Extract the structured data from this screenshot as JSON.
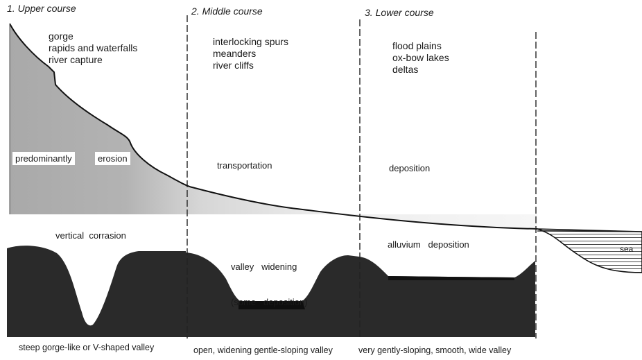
{
  "sections": [
    {
      "heading": "1. Upper course",
      "features": [
        "gorge",
        "rapids and waterfalls",
        "river capture"
      ],
      "process": [
        "predominantly",
        "erosion"
      ],
      "valley_process": "vertical  corrasion",
      "caption": "steep gorge-like or V-shaped valley"
    },
    {
      "heading": "2. Middle course",
      "features": [
        "interlocking spurs",
        "meanders",
        "river cliffs"
      ],
      "process": [
        "transportation"
      ],
      "valley_process": [
        "valley   widening",
        "(some   deposition)"
      ],
      "caption": "open, widening gentle-sloping valley"
    },
    {
      "heading": "3. Lower course",
      "features": [
        "flood plains",
        "ox-bow lakes",
        "deltas"
      ],
      "process": [
        "deposition"
      ],
      "valley_process": "alluvium   deposition",
      "caption": "very gently-sloping, smooth, wide valley"
    }
  ],
  "sea_label": "sea",
  "colors": {
    "profile_fill": "#b4b4b4",
    "cross_section_fill": "#2a2a2a",
    "river_floor": "#0e0e0e",
    "ink": "#1a1a1a"
  }
}
